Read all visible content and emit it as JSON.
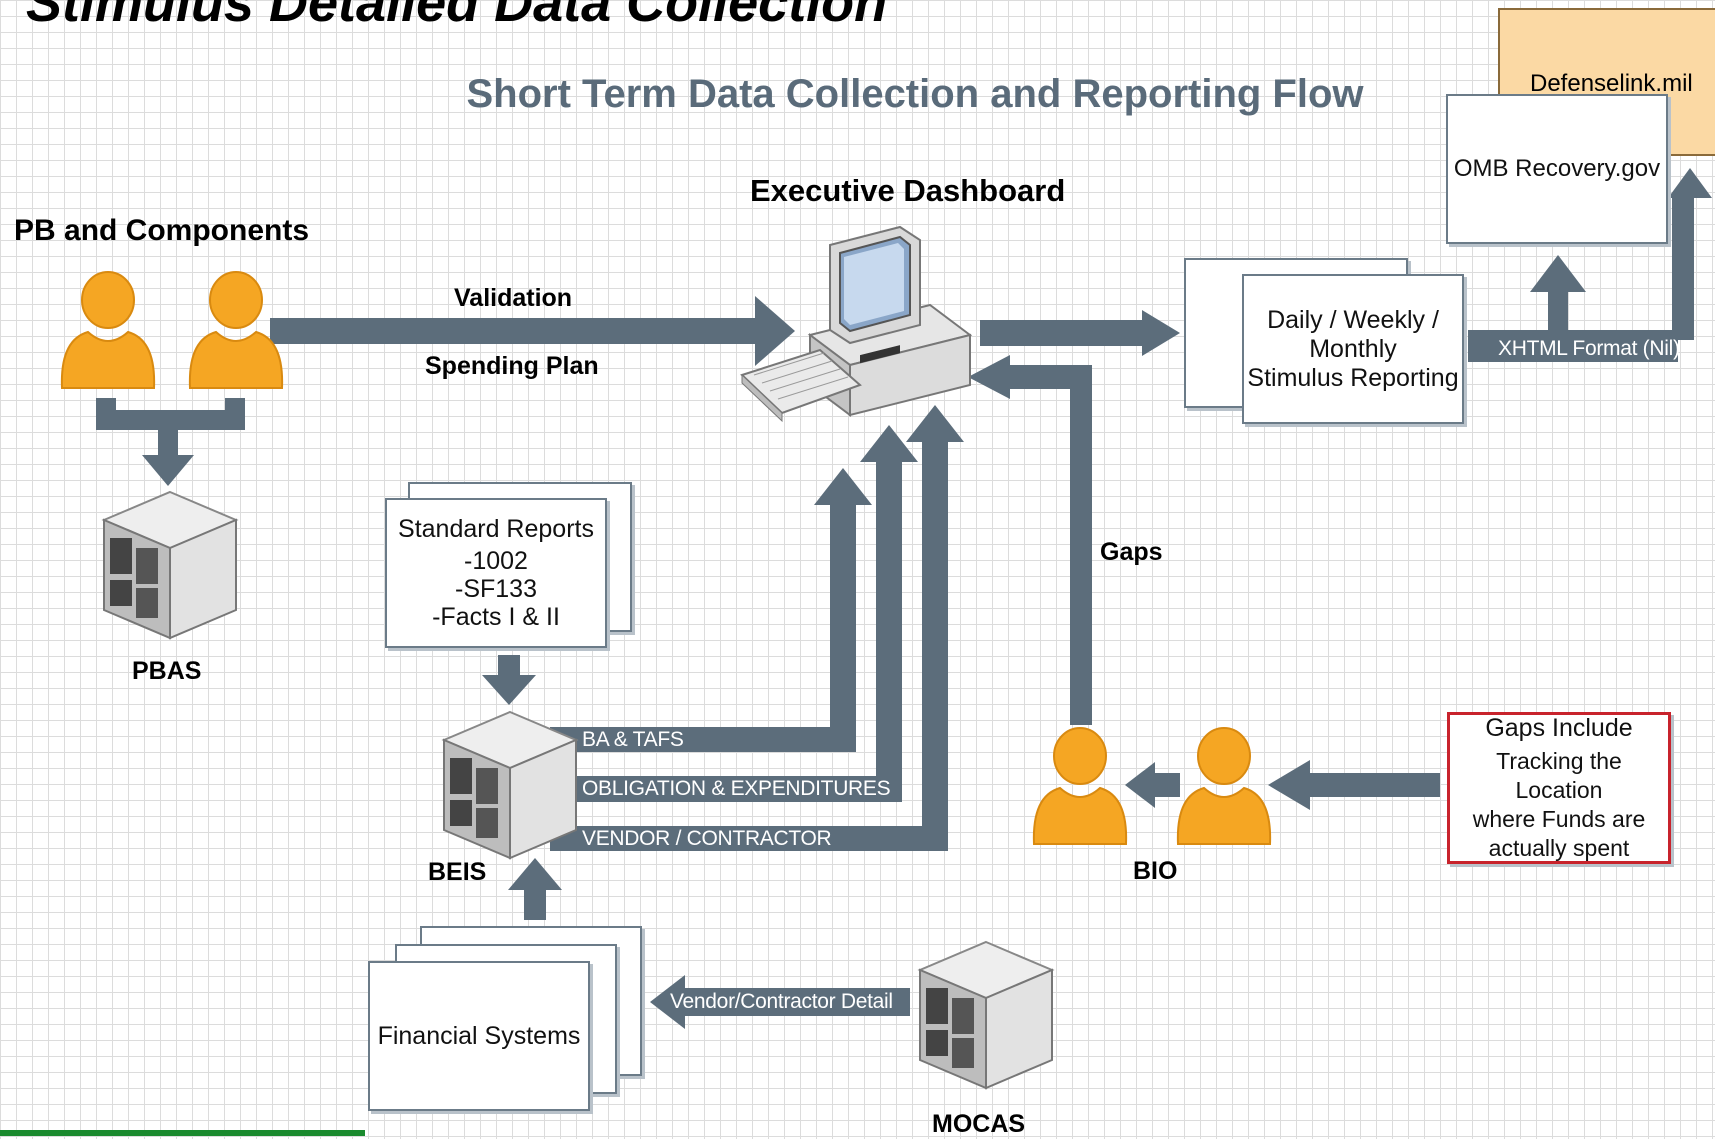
{
  "page": {
    "title": "Stimulus Detailed Data Collection",
    "subtitle": "Short Term Data Collection and Reporting Flow"
  },
  "nodes": {
    "pb_components": "PB and Components",
    "executive_dashboard": "Executive Dashboard",
    "pbas": "PBAS",
    "beis": "BEIS",
    "bio": "BIO",
    "mocas": "MOCAS",
    "defenselink": "Defenselink.mil",
    "omb": "OMB Recovery.gov",
    "reporting": [
      "Daily / Weekly /",
      "Monthly",
      "Stimulus Reporting"
    ],
    "standard_reports": {
      "title": "Standard Reports",
      "items": [
        "-1002",
        "-SF133",
        "-Facts I & II"
      ]
    },
    "financial_systems": "Financial Systems",
    "gaps_include": {
      "title": "Gaps Include",
      "lines": [
        "Tracking the Location",
        "where Funds are",
        "actually spent"
      ]
    }
  },
  "flows": {
    "validation": "Validation",
    "spending_plan": "Spending Plan",
    "gaps": "Gaps",
    "xhtml": "XHTML Format (Nil)",
    "ba_tafs": "BA & TAFS",
    "obligation": "OBLIGATION & EXPENDITURES",
    "vendor": "VENDOR / CONTRACTOR",
    "vendor_detail": "Vendor/Contractor Detail"
  },
  "colors": {
    "arrow": "#5c6d7b",
    "person": "#f5a623",
    "person_dark": "#d98a10",
    "box_border": "#6b7b88",
    "gaps_border": "#c8232c",
    "orange_box": "#fbd9a4",
    "subtitle": "#5a6b7a",
    "accent_line": "#1a8a2e"
  },
  "icons": [
    "person-icon",
    "server-icon",
    "computer-icon",
    "arrow-icon"
  ]
}
